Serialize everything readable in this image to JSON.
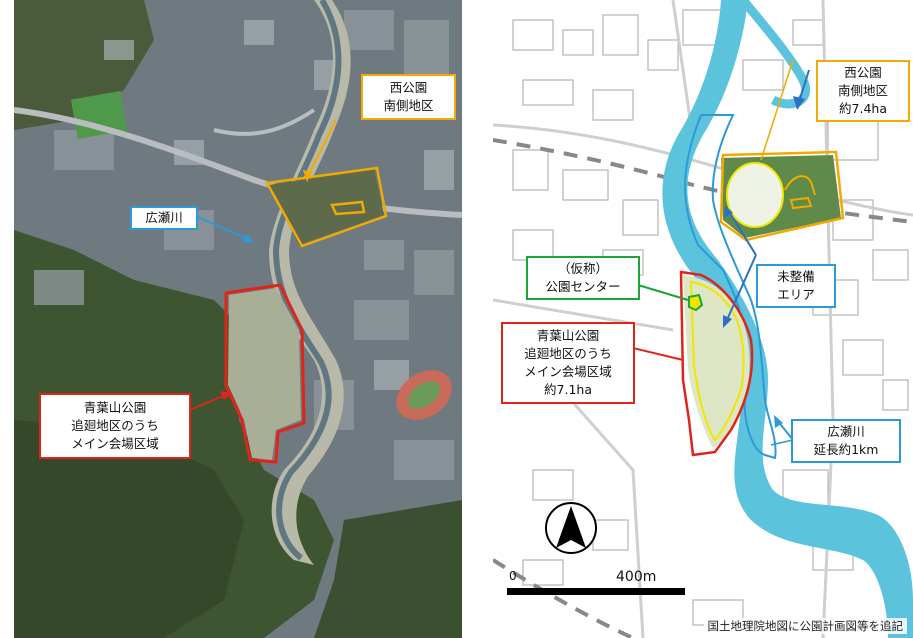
{
  "left_map": {
    "labels": {
      "nishi_park": [
        "西公園",
        "南側地区"
      ],
      "hirose_river": [
        "広瀬川"
      ],
      "aobayama_park": [
        "青葉山公園",
        "追廻地区のうち",
        "メイン会場区域"
      ]
    }
  },
  "right_map": {
    "labels": {
      "nishi_park": [
        "西公園",
        "南側地区",
        "約7.4ha"
      ],
      "park_center": [
        "（仮称）",
        "公園センター"
      ],
      "unimproved_area": [
        "未整備",
        "エリア"
      ],
      "aobayama_park": [
        "青葉山公園",
        "追廻地区のうち",
        "メイン会場区域",
        "約7.1ha"
      ],
      "hirose_river": [
        "広瀬川",
        "延長約1km"
      ]
    },
    "scale": {
      "start": "0",
      "end": "400m"
    },
    "north_arrow": "north-arrow-icon",
    "credit": "国土地理院地図に公園計画図等を追記"
  },
  "colors": {
    "orange": "#f2a900",
    "blue": "#2b9bd8",
    "red": "#e2231a",
    "green": "#1fa33a",
    "yellow": "#f0e600"
  }
}
